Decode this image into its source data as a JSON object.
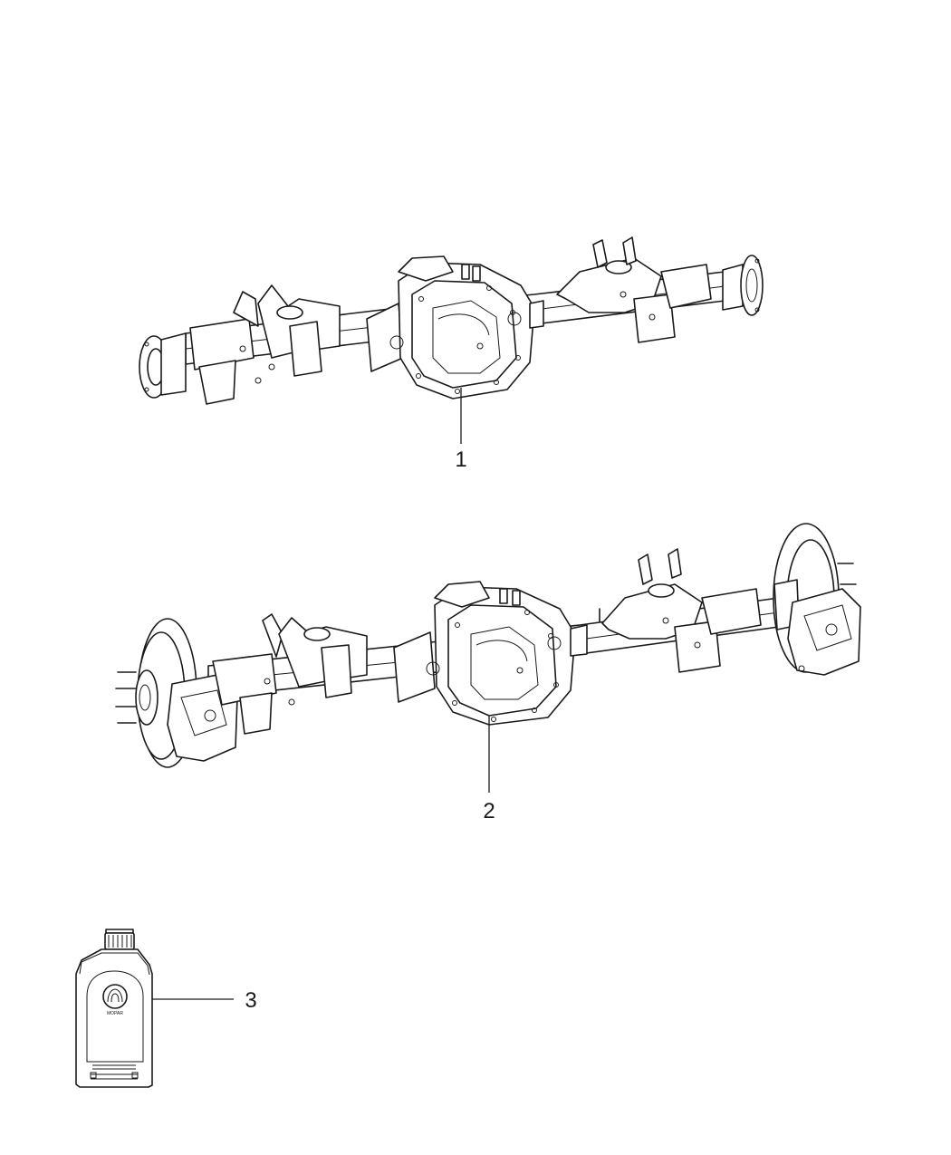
{
  "callouts": [
    {
      "id": "1",
      "label": "1"
    },
    {
      "id": "2",
      "label": "2"
    },
    {
      "id": "3",
      "label": "3"
    }
  ],
  "bottle": {
    "label_text": "MOPAR"
  },
  "colors": {
    "line": "#1a1a1a",
    "background": "#ffffff"
  }
}
